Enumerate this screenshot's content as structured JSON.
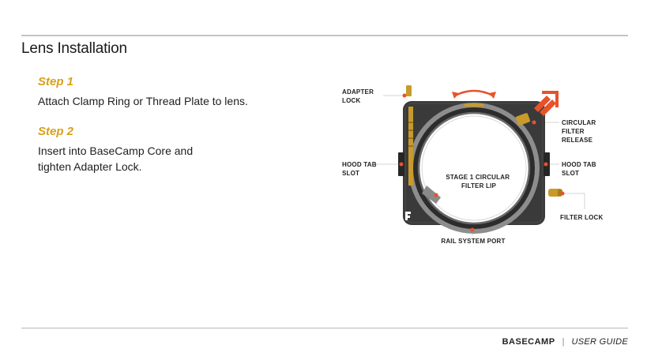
{
  "page": {
    "title": "Lens Installation"
  },
  "steps": [
    {
      "heading": "Step 1",
      "text": "Attach Clamp Ring or Thread Plate to lens."
    },
    {
      "heading": "Step 2",
      "text": "Insert into BaseCamp Core and\ntighten Adapter Lock."
    }
  ],
  "diagram": {
    "callouts": {
      "adapter_lock": [
        "ADAPTER",
        "LOCK"
      ],
      "circular_filter_release": [
        "CIRCULAR",
        "FILTER",
        "RELEASE"
      ],
      "hood_tab_slot_left": [
        "HOOD TAB",
        "SLOT"
      ],
      "hood_tab_slot_right": [
        "HOOD TAB",
        "SLOT"
      ],
      "stage1_filter_lip": [
        "STAGE 1 CIRCULAR",
        "FILTER LIP"
      ],
      "filter_lock": [
        "FILTER LOCK"
      ],
      "rail_system_port": [
        "RAIL SYSTEM PORT"
      ]
    },
    "colors": {
      "body": "#3a3a3a",
      "ring": "#9a9a9a",
      "brass": "#c89a2a",
      "accent_orange": "#e8522a",
      "marker": "#e8522a"
    }
  },
  "footer": {
    "brand": "BASECAMP",
    "separator": "|",
    "guide": "USER GUIDE"
  }
}
